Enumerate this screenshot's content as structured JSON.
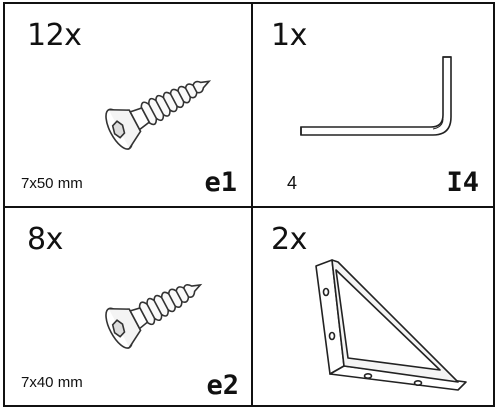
{
  "parts": [
    {
      "quantity": "12x",
      "size": "7x50 mm",
      "code": "e1",
      "icon": "screw-icon"
    },
    {
      "quantity": "1x",
      "size": "4",
      "code": "I4",
      "icon": "allen-key-icon"
    },
    {
      "quantity": "8x",
      "size": "7x40 mm",
      "code": "e2",
      "icon": "screw-icon"
    },
    {
      "quantity": "2x",
      "size": "",
      "code": "",
      "icon": "corner-bracket-icon"
    }
  ]
}
